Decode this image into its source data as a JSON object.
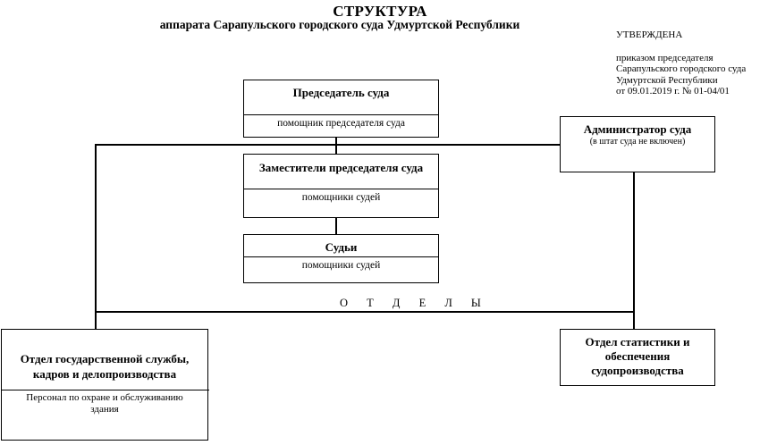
{
  "header": {
    "title": "СТРУКТУРА",
    "subtitle": "аппарата Сарапульского городского суда Удмуртской Республики"
  },
  "approval": {
    "heading": "УТВЕРЖДЕНА",
    "lines": [
      "приказом председателя",
      "Сарапульского городского суда",
      "Удмуртской Республики",
      "от 09.01.2019 г. № 01-04/01"
    ]
  },
  "boxes": {
    "chairman": {
      "title": "Председатель суда",
      "subtitle": "помощник председателя суда"
    },
    "deputies": {
      "title": "Заместители председателя суда",
      "subtitle": "помощники судей"
    },
    "judges": {
      "title": "Судьи",
      "subtitle": "помощники судей"
    },
    "administrator": {
      "title": "Администратор суда",
      "note": "(в штат суда не включен)"
    },
    "civil_service": {
      "title_line1": "Отдел государственной службы,",
      "title_line2": "кадров и делопроизводства",
      "subtitle_line1": "Персонал по охране и обслуживанию",
      "subtitle_line2": "здания"
    },
    "statistics": {
      "title_line1": "Отдел статистики и",
      "title_line2": "обеспечения",
      "title_line3": "судопроизводства"
    }
  },
  "departments_label": "О Т Д Е Л Ы"
}
